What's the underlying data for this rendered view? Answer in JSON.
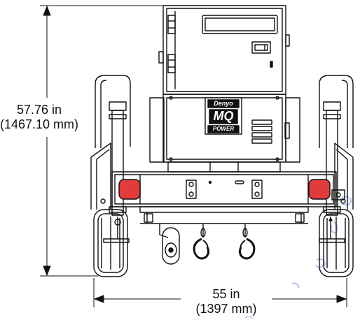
{
  "dimensions": {
    "height_in": "57.76 in",
    "height_mm": "(1467.10 mm)",
    "width_in": "55 in",
    "width_mm": "(1397 mm)"
  },
  "branding": {
    "line1": "Denyo",
    "line2": "MQ",
    "line3": "POWER"
  },
  "colors": {
    "line": "#111111",
    "tail_light": "#e23b3b",
    "watermark": "#2d5be3"
  }
}
